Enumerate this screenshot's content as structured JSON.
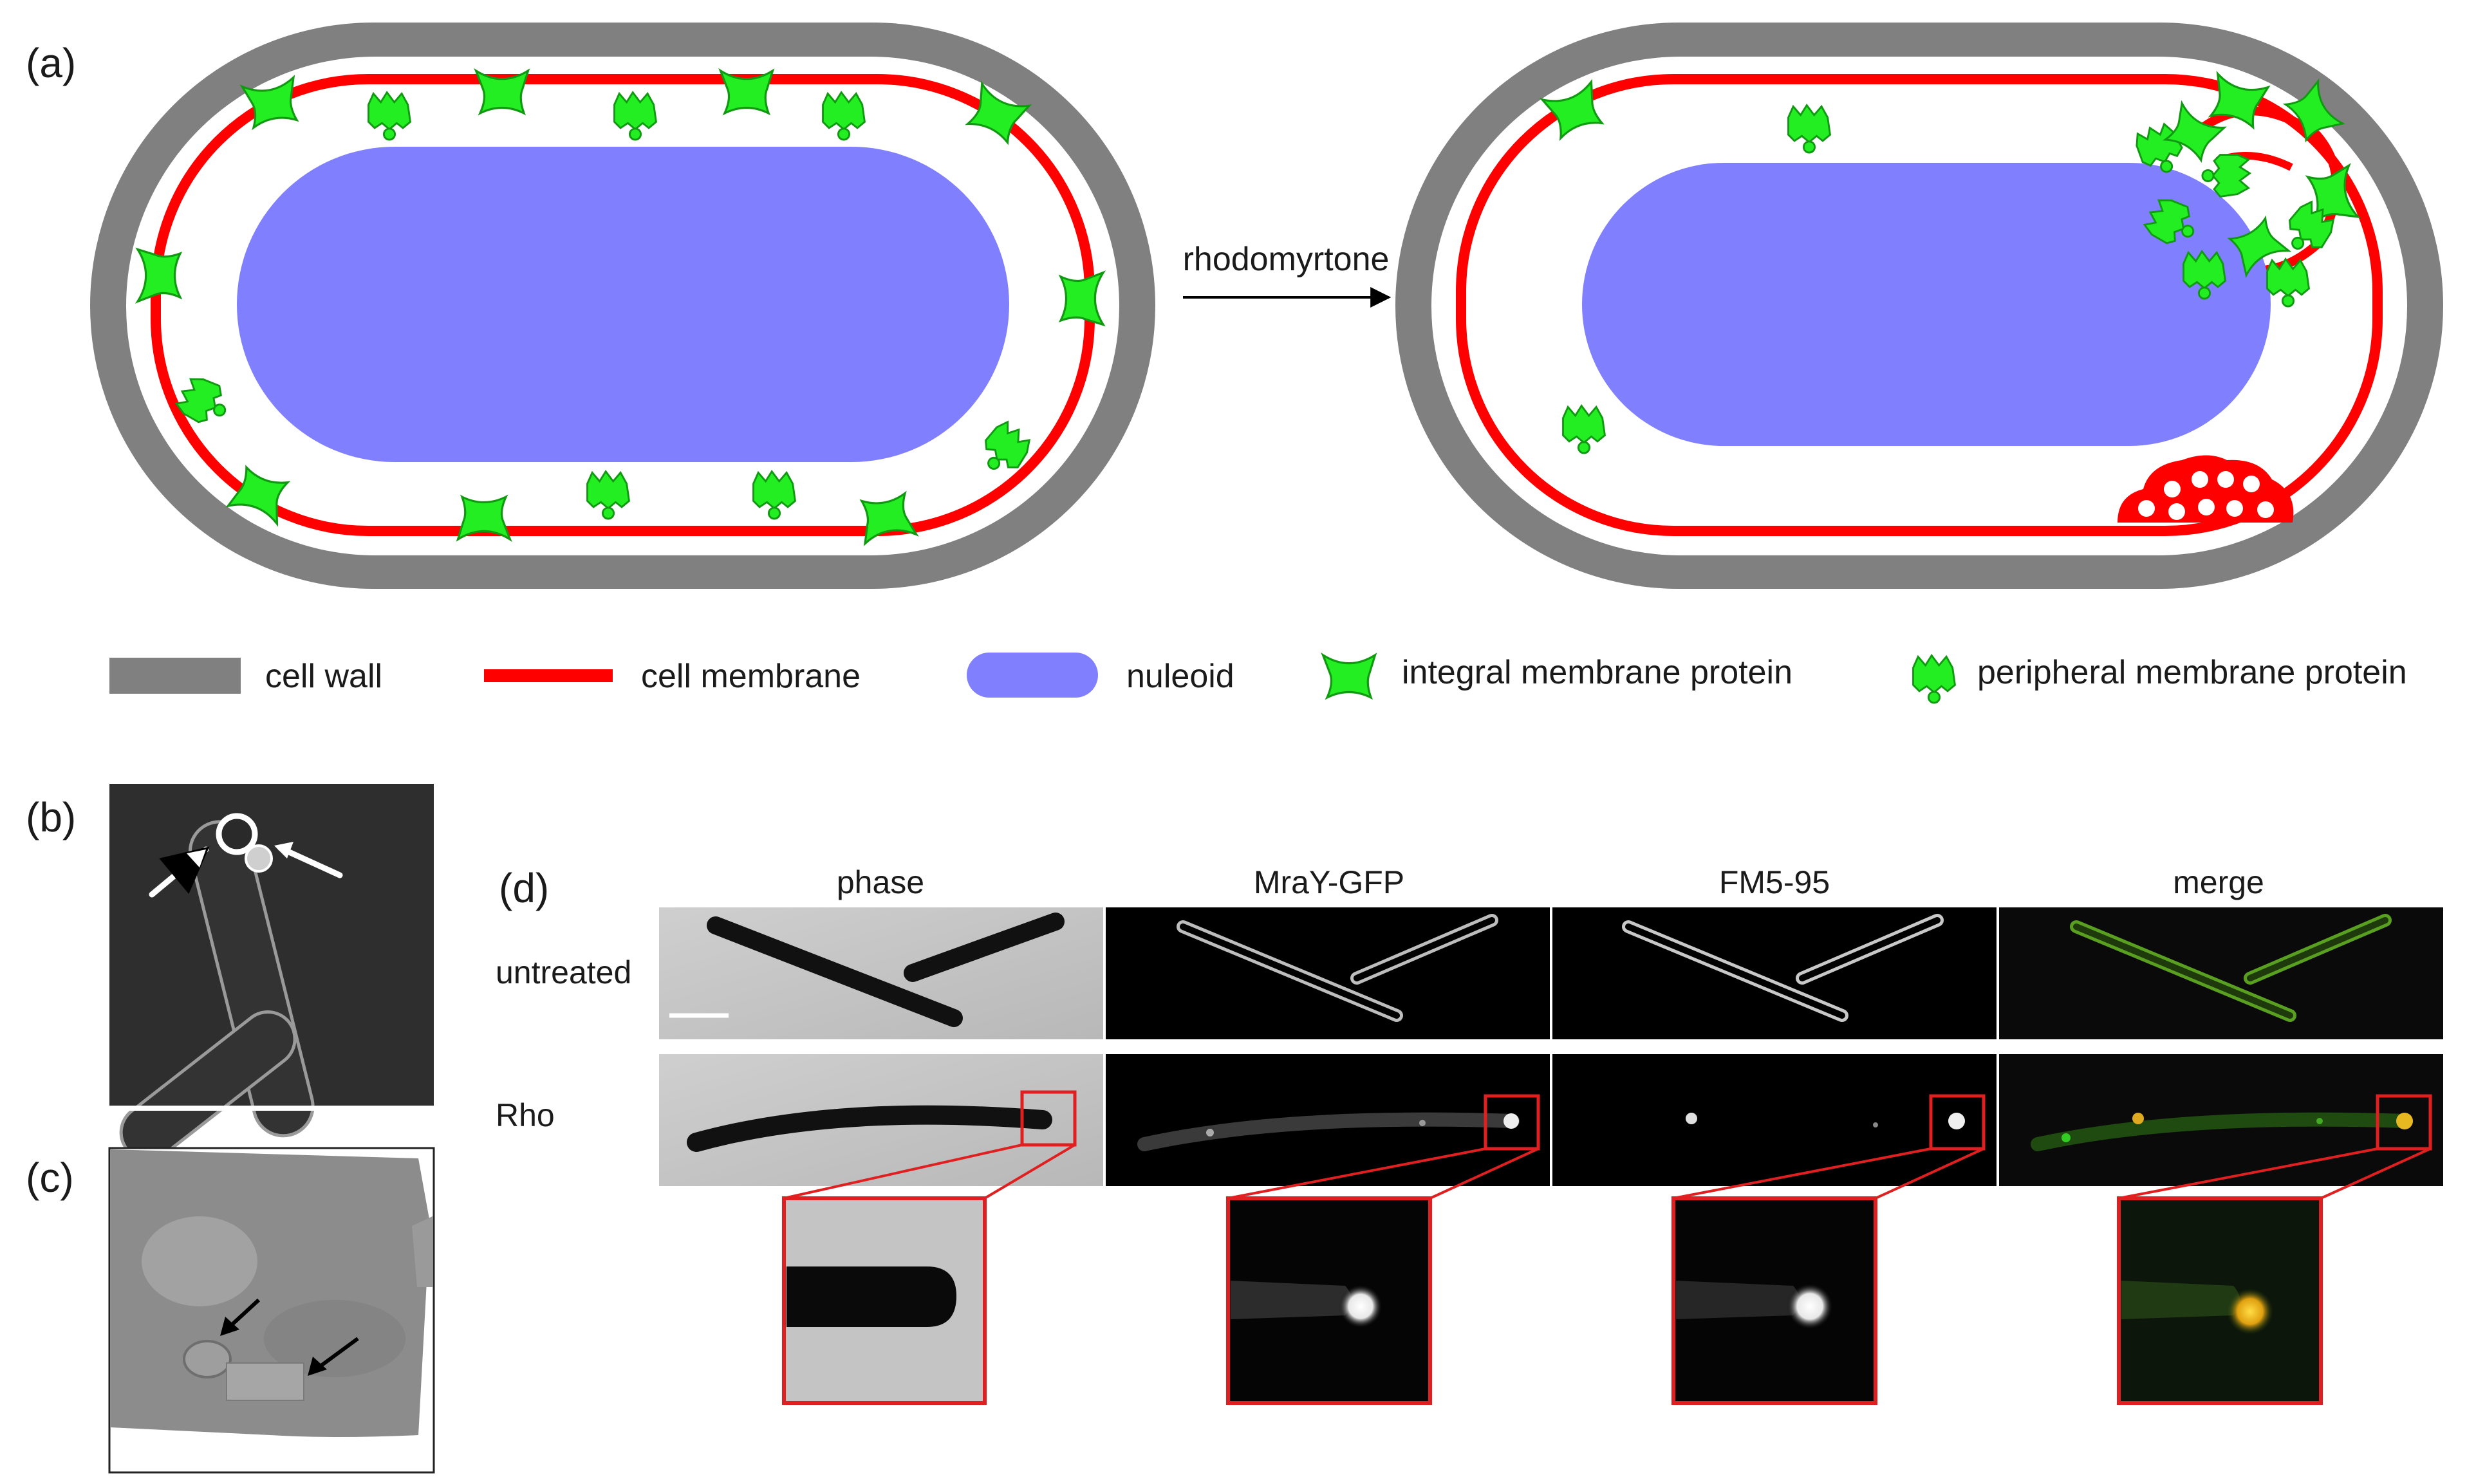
{
  "panel_labels": {
    "a": "(a)",
    "b": "(b)",
    "c": "(c)",
    "d": "(d)"
  },
  "arrow_label": "rhodomyrtone",
  "legend": {
    "cell_wall": "cell wall",
    "cell_membrane": "cell membrane",
    "nucleoid": "nuleoid",
    "integral": "integral membrane protein",
    "peripheral": "peripheral membrane protein"
  },
  "micro": {
    "columns": [
      "phase",
      "MraY-GFP",
      "FM5-95",
      "merge"
    ],
    "rows": [
      "untreated",
      "Rho"
    ]
  },
  "colors": {
    "cell_wall": "#808080",
    "cell_membrane": "#ff0000",
    "nucleoid": "#8080ff",
    "protein": "#22ee22",
    "protein_outline": "#119911",
    "zoom_box": "#e02020"
  },
  "icons": {
    "integral": "integral-membrane-protein-icon",
    "peripheral": "peripheral-membrane-protein-icon"
  }
}
